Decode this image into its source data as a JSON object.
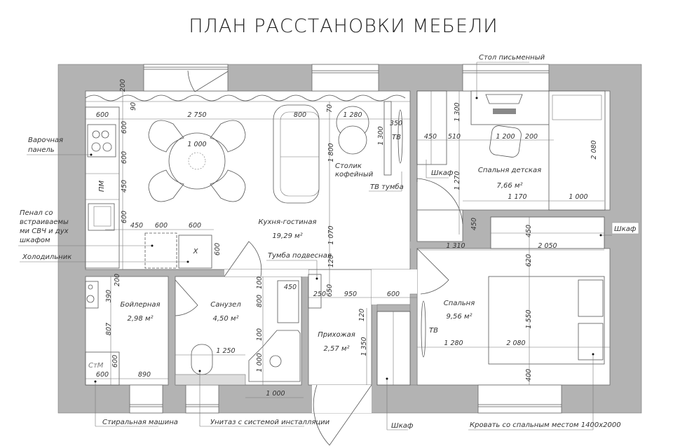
{
  "title": "ПЛАН   РАССТАНОВКИ МЕБЕЛИ",
  "colors": {
    "wall": "#b3b3b3",
    "line": "#555555",
    "background": "#ffffff"
  },
  "rooms": {
    "kitchen": {
      "name": "Кухня-гостиная",
      "area": "19,29 м²"
    },
    "child": {
      "name": "Спальня детская",
      "area": "7,66 м²"
    },
    "bedroom": {
      "name": "Спальня",
      "area": "9,56 м²"
    },
    "boiler": {
      "name": "Бойлерная",
      "area": "2,98 м²"
    },
    "bath": {
      "name": "Санузел",
      "area": "4,50 м²"
    },
    "hall": {
      "name": "Прихожая",
      "area": "2,57 м²"
    }
  },
  "callouts": {
    "hob": [
      "Варочная",
      "панель"
    ],
    "tall_unit": [
      "Пенал со",
      "встраиваемы",
      "ми СВЧ и дух",
      "шкафом"
    ],
    "fridge": "Холодильник",
    "dishwasher": "ПМ",
    "hanging_unit": "Тумба подвесная",
    "coffee_table": [
      "Столик",
      "кофейный"
    ],
    "tv_stand": "ТВ тумба",
    "tv": "ТВ",
    "wardrobe": "Шкаф",
    "desk": "Стол письменный",
    "wardrobe_bedroom": "Шкаф",
    "washer_short": "СтМ",
    "washer": "Стиральная машина",
    "toilet": "Унитаз с системой инсталляции",
    "wardrobe_hall": "Шкаф",
    "bed": "Кровать со спальным местом 1400x2000",
    "tv_bedroom": "ТВ",
    "fridge_mark": "Х"
  },
  "dimensions": [
    "200",
    "90",
    "600",
    "2 750",
    "800",
    "70",
    "1 280",
    "350",
    "1 300",
    "1 300",
    "450",
    "510",
    "1 200",
    "200",
    "2 080",
    "600",
    "600",
    "450",
    "600",
    "1 000",
    "1 800",
    "450",
    "600",
    "600",
    "600",
    "1 070",
    "120",
    "1 270",
    "1 170",
    "1 000",
    "450",
    "450",
    "1 310",
    "2 050",
    "620",
    "200",
    "390",
    "807",
    "600",
    "600",
    "890",
    "100",
    "800",
    "100",
    "1 250",
    "1 000",
    "1 000",
    "450",
    "250",
    "650",
    "950",
    "600",
    "120",
    "1 350",
    "1 280",
    "2 080",
    "1 550",
    "400"
  ]
}
